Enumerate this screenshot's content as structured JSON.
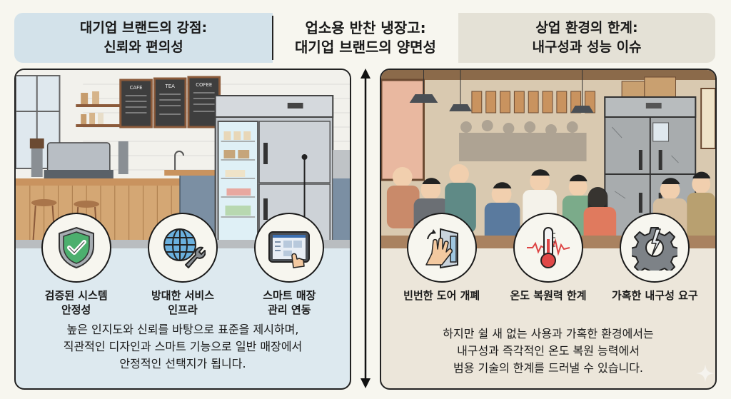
{
  "header": {
    "left": {
      "line1": "대기업 브랜드의 강점:",
      "line2": "신뢰와 편의성"
    },
    "center": {
      "line1": "업소용 반찬 냉장고:",
      "line2": "대기업 브랜드의 양면성"
    },
    "right": {
      "line1": "상업 환경의 한계:",
      "line2": "내구성과 성능 이슈"
    }
  },
  "left_panel": {
    "scene": {
      "description": "cafe interior with glass-door stainless refrigerator",
      "menu_boards": [
        "CAFE",
        "TEA",
        "COFEE"
      ]
    },
    "icons": [
      {
        "icon": "shield-check-icon",
        "label": "검증된 시스템\n안정성"
      },
      {
        "icon": "globe-wrench-icon",
        "label": "방대한 서비스\n인프라"
      },
      {
        "icon": "tablet-touch-icon",
        "label": "스마트 매장\n관리 연동"
      }
    ],
    "description": "높은 인지도와 신뢰를 바탕으로 표준을 제시하며,\n직관적인 디자인과 스마트 기능으로 일반 매장에서\n안정적인 선택지가 됩니다."
  },
  "right_panel": {
    "scene": {
      "description": "crowded Korean restaurant with worn stainless refrigerator"
    },
    "icons": [
      {
        "icon": "door-hand-icon",
        "label": "빈번한 도어 개폐"
      },
      {
        "icon": "thermometer-icon",
        "label": "온도 복원력 한계"
      },
      {
        "icon": "broken-gear-icon",
        "label": "가혹한 내구성 요구"
      }
    ],
    "description": "하지만 쉴 새 없는 사용과 가혹한 환경에서는\n내구성과 즉각적인 온도 복원 능력에서\n범용 기술의 한계를 드러낼 수 있습니다."
  },
  "colors": {
    "background": "#f7f6ef",
    "left_accent": "#d3e2ea",
    "right_accent": "#e4e1d6",
    "left_panel": "#dde9ef",
    "right_panel": "#ece6da",
    "shield_green": "#4caf6e",
    "thermo_red": "#e04848"
  }
}
